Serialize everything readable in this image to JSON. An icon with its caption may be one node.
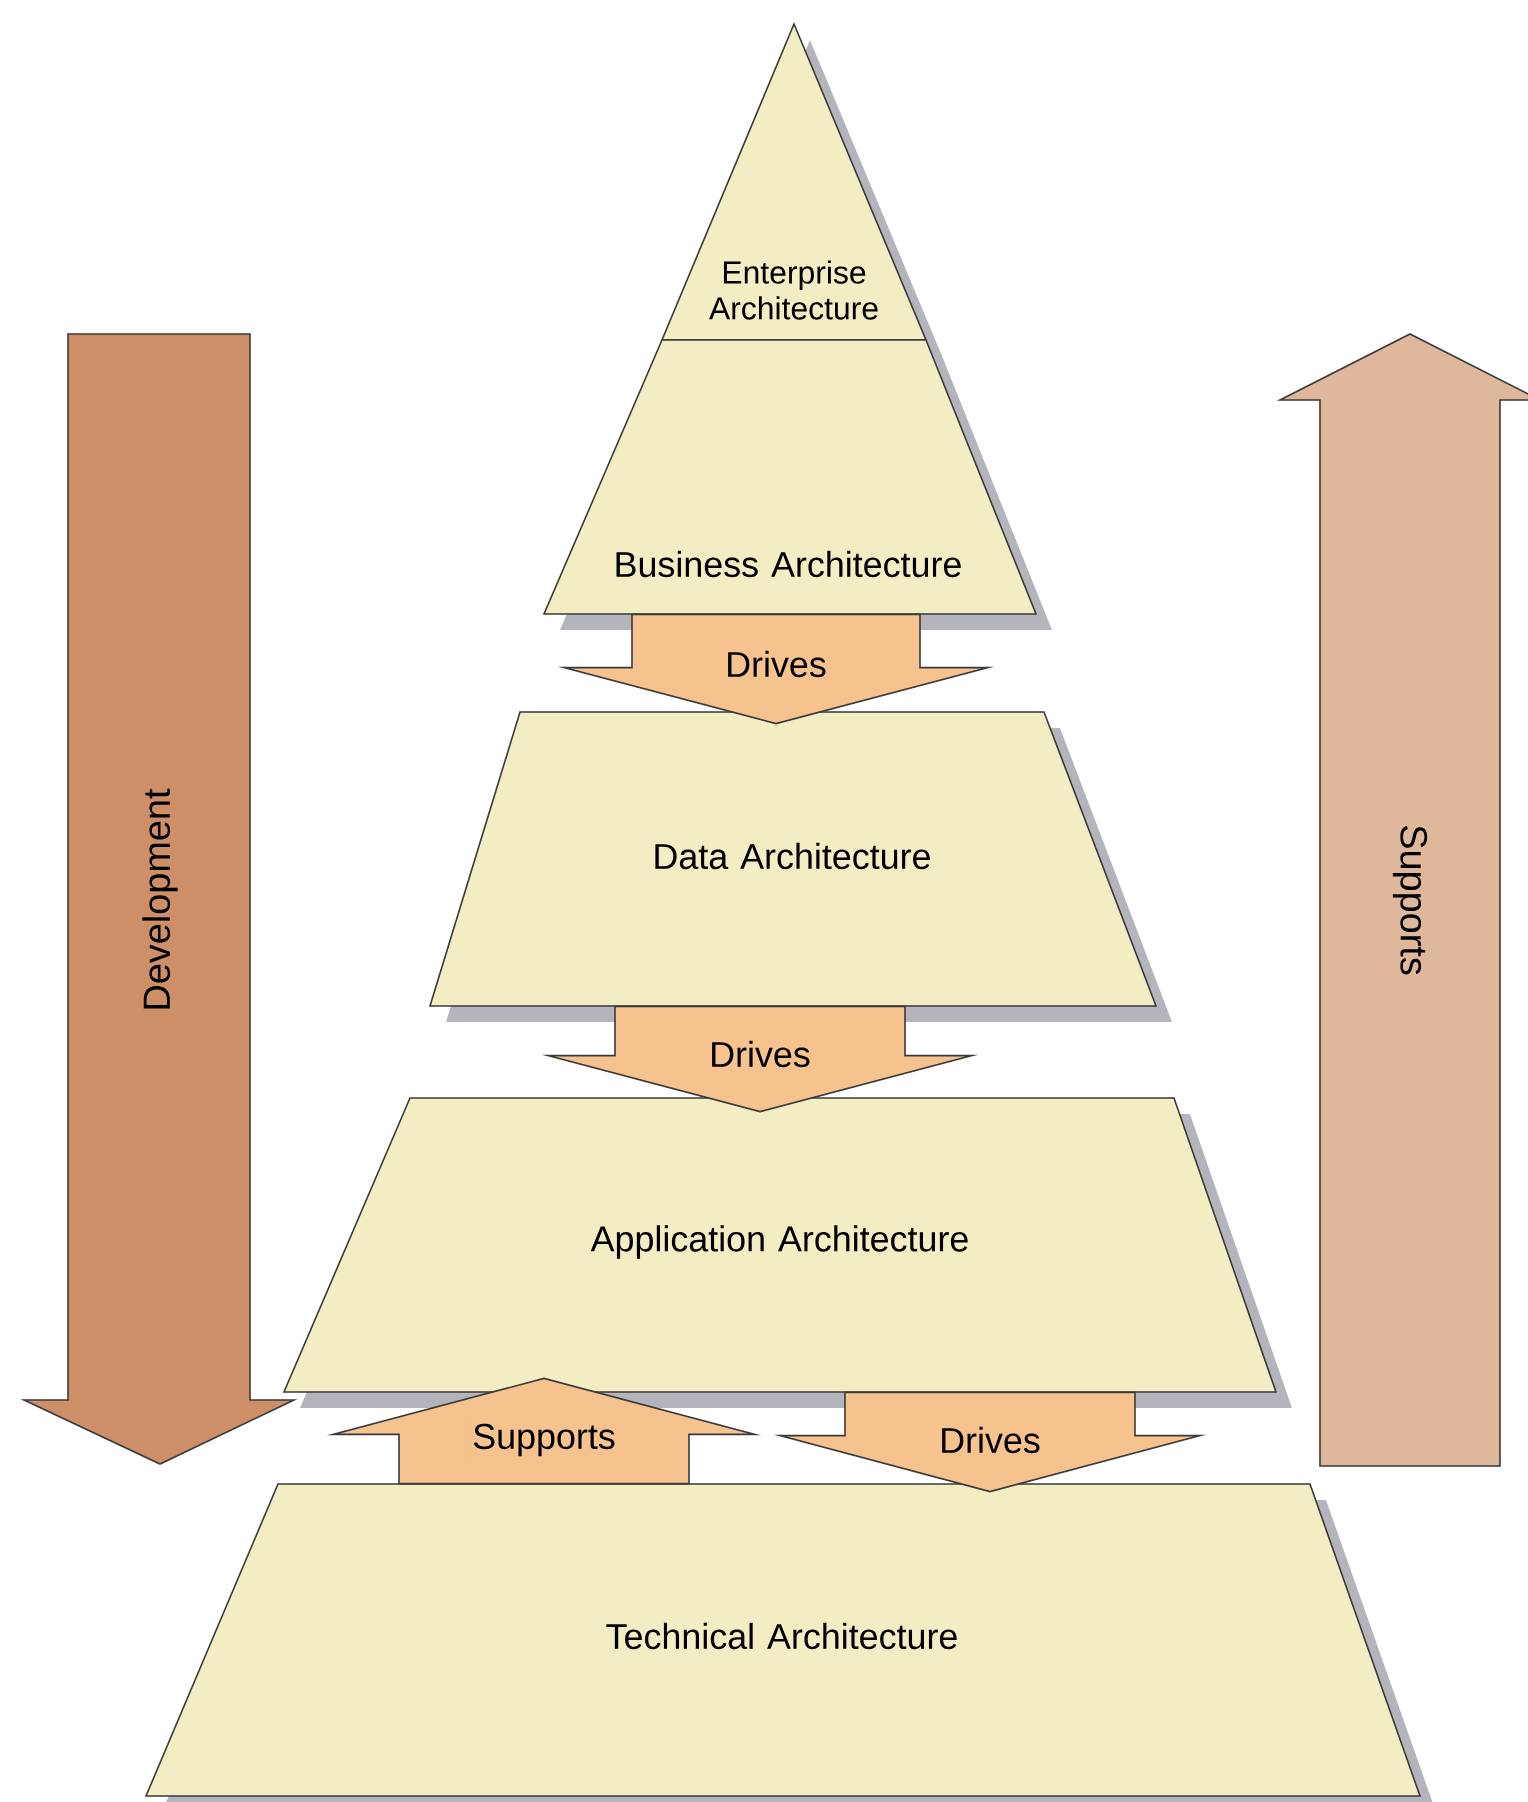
{
  "diagram": {
    "nodes": [
      {
        "text": [
          "Enterprise Architecture"
        ]
      },
      {
        "text": [
          "Business Architecture"
        ]
      },
      {
        "text": [
          "Data Architecture"
        ]
      },
      {
        "text": [
          "Application Architecture"
        ]
      },
      {
        "text": [
          "Technical Architecture"
        ]
      },
      {
        "text": [
          "Development"
        ]
      },
      {
        "text": [
          "Supports"
        ]
      }
    ],
    "edges": [
      {
        "from": 1,
        "to": 2,
        "arrow": "to",
        "label": "Drives"
      },
      {
        "from": 2,
        "to": 3,
        "arrow": "to",
        "label": "Drives"
      },
      {
        "from": 4,
        "to": 3,
        "arrow": "to",
        "label": "Supports"
      },
      {
        "from": 3,
        "to": 4,
        "arrow": "to",
        "label": "Drives"
      }
    ]
  }
}
